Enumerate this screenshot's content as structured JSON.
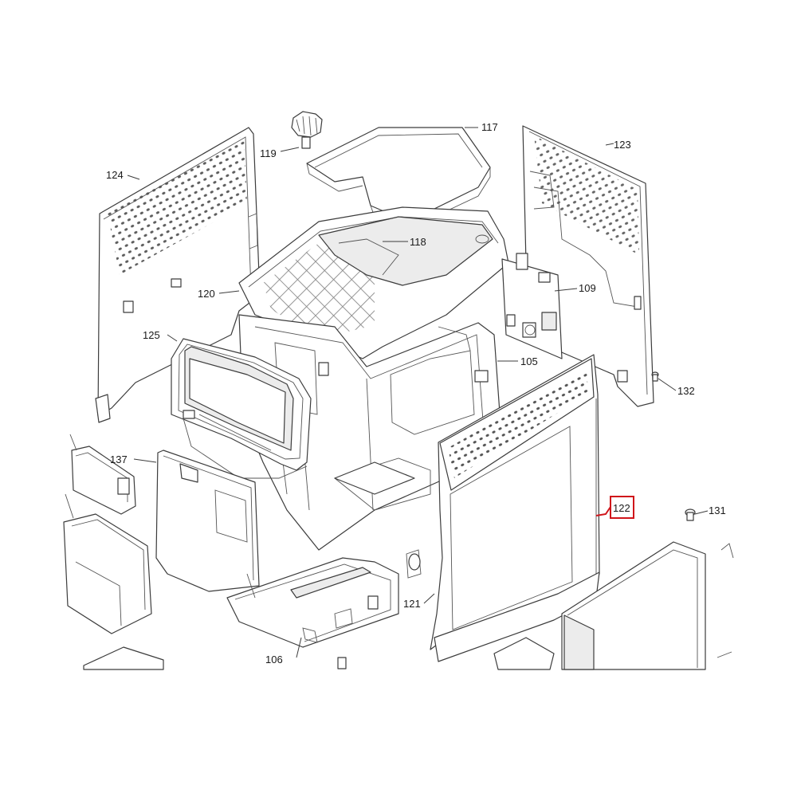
{
  "diagram": {
    "highlight_color": "#d0141a",
    "callouts": [
      {
        "id": "117",
        "label": "117"
      },
      {
        "id": "119",
        "label": "119"
      },
      {
        "id": "123",
        "label": "123"
      },
      {
        "id": "124",
        "label": "124"
      },
      {
        "id": "118",
        "label": "118"
      },
      {
        "id": "120",
        "label": "120"
      },
      {
        "id": "109",
        "label": "109"
      },
      {
        "id": "125",
        "label": "125"
      },
      {
        "id": "105",
        "label": "105"
      },
      {
        "id": "132",
        "label": "132"
      },
      {
        "id": "137",
        "label": "137"
      },
      {
        "id": "122",
        "label": "122",
        "highlighted": true
      },
      {
        "id": "131",
        "label": "131"
      },
      {
        "id": "121",
        "label": "121"
      },
      {
        "id": "106",
        "label": "106"
      }
    ]
  }
}
